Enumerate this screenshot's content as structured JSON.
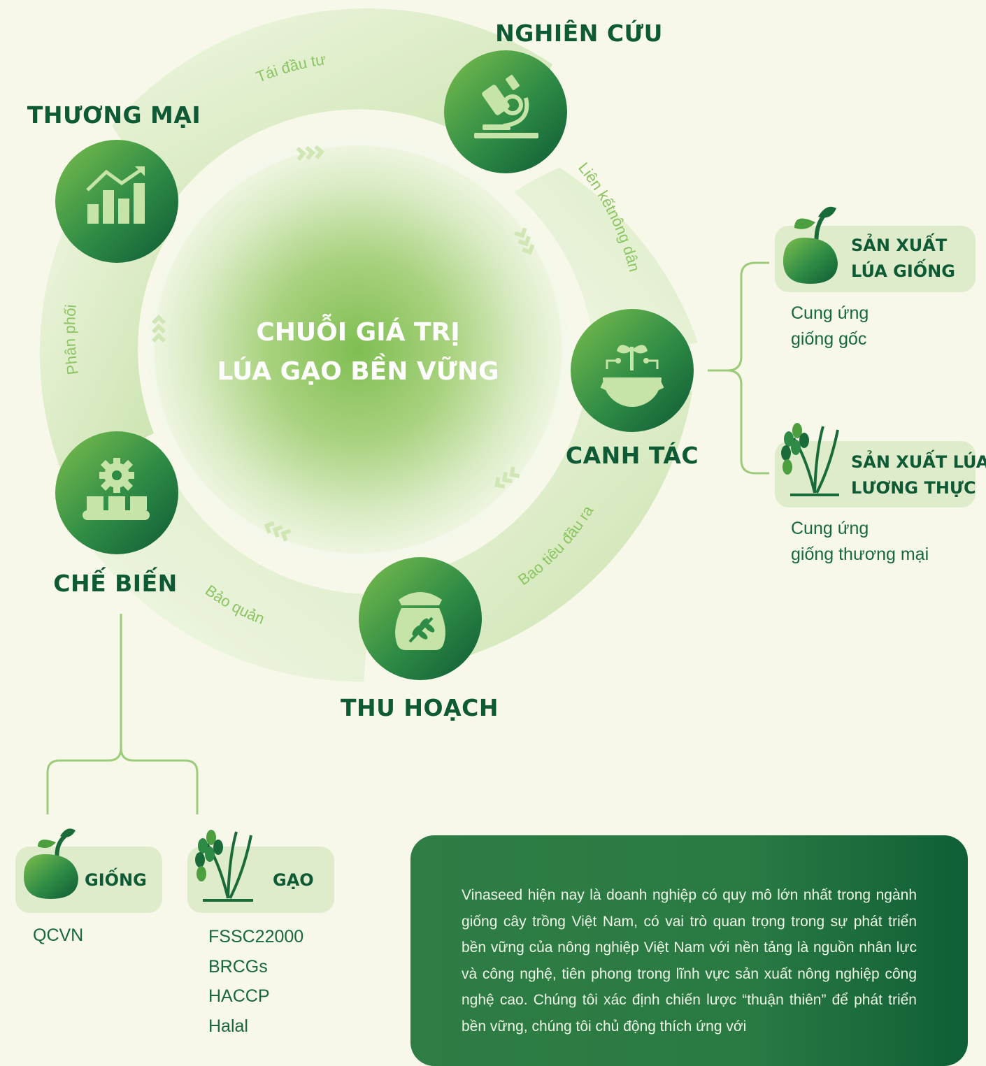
{
  "center": {
    "line1": "CHUỖI GIÁ TRỊ",
    "line2": "LÚA GẠO BỀN VỮNG"
  },
  "stages": {
    "nghien_cuu": "NGHIÊN CỨU",
    "thuong_mai": "THƯƠNG MẠI",
    "canh_tac": "CANH TÁC",
    "che_bien": "CHẾ BIẾN",
    "thu_hoach": "THU HOẠCH"
  },
  "arc_labels": {
    "tai_dau_tu": "Tái đầu tư",
    "lien_ket": "Liên kếtnông dân",
    "phan_phoi": "Phân phối",
    "bao_tieu": "Bao tiêu đầu ra",
    "bao_quan": "Bảo quản"
  },
  "canh_tac_branches": [
    {
      "title_line1": "SẢN XUẤT",
      "title_line2": "LÚA GIỐNG",
      "desc_line1": "Cung ứng",
      "desc_line2": "giống gốc"
    },
    {
      "title_line1": "SẢN XUẤT LÚA",
      "title_line2": "LƯƠNG THỰC",
      "desc_line1": "Cung ứng",
      "desc_line2": "giống thương mại"
    }
  ],
  "che_bien_branches": {
    "giong": {
      "title": "GIỐNG",
      "standards": [
        "QCVN"
      ]
    },
    "gao": {
      "title": "GẠO",
      "standards": [
        "FSSC22000",
        "BRCGs",
        "HACCP",
        "Halal"
      ]
    }
  },
  "info_text": "Vinaseed hiện nay là doanh nghiệp có quy mô lớn nhất trong ngành giống cây trồng Việt Nam, có vai trò quan trọng trong sự phát triển bền vững của nông nghiệp Việt Nam với nền tảng là nguồn nhân lực và công nghệ, tiên phong trong lĩnh vực sản xuất nông nghiệp công nghệ cao. Chúng tôi xác định chiến lược “thuận thiên” để phát triển bền vững, chúng tôi chủ động thích ứng với",
  "icons": [
    "microscope-icon",
    "growth-chart-icon",
    "plant-gear-icon",
    "factory-gear-icon",
    "rice-sack-icon",
    "seed-sprout-icon",
    "rice-plant-icon"
  ],
  "colors": {
    "dark_green": "#0e5a35",
    "mid_green": "#2e8b45",
    "light_green": "#7cbf4e",
    "card_bg": "#dfeccb",
    "page_bg": "#f7f8ea"
  }
}
